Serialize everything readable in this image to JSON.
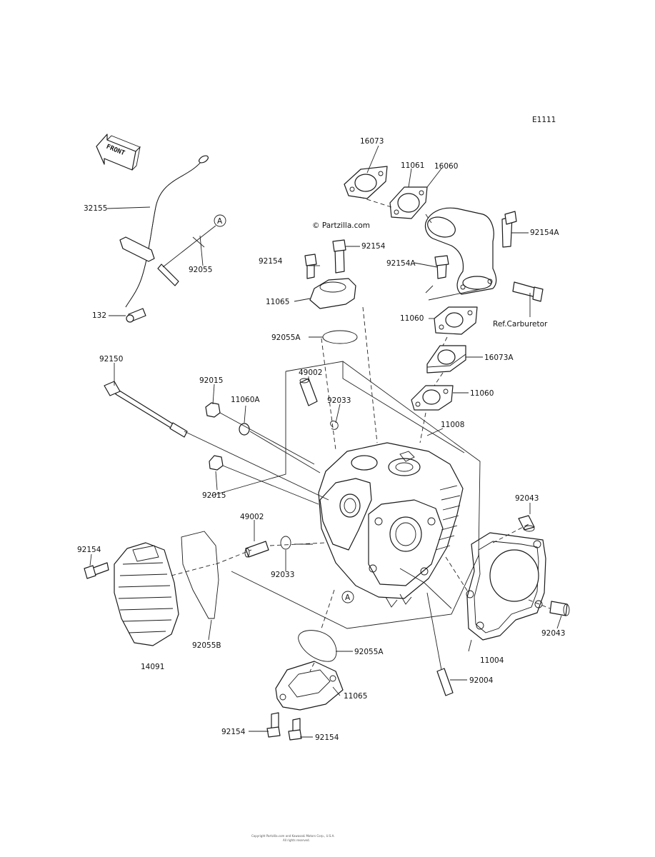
{
  "diagram": {
    "code": "E1111",
    "front_label": "FRONT",
    "watermark": "© Partzilla.com",
    "callouts": {
      "a_top": "A",
      "a_bottom": "A"
    },
    "labels": {
      "p16073": "16073",
      "p11061": "11061",
      "p16060": "16060",
      "p92154a_right": "92154A",
      "p92154_a": "92154",
      "p92154_b": "92154",
      "p92154a_mid": "92154A",
      "p11065_top": "11065",
      "p92055a_top": "92055A",
      "p11060_top": "11060",
      "ref_carburetor": "Ref.Carburetor",
      "p16073a": "16073A",
      "p11060_mid": "11060",
      "p32155": "32155",
      "p92055": "92055",
      "p132": "132",
      "p92150": "92150",
      "p92015_top": "92015",
      "p11060a": "11060A",
      "p49002_top": "49002",
      "p92033_top": "92033",
      "p11008": "11008",
      "p92015_bottom": "92015",
      "p49002_bottom": "49002",
      "p92033_bottom": "92033",
      "p92043_top": "92043",
      "p92154_left": "92154",
      "p92055b": "92055B",
      "p14091": "14091",
      "p92055a_bottom": "92055A",
      "p11065_bottom": "11065",
      "p92154_bl": "92154",
      "p92154_br": "92154",
      "p11004": "11004",
      "p92004": "92004",
      "p92043_bottom": "92043"
    },
    "footer_line1": "Copyright Partzilla.com and Kawasaki Motors Corp., U.S.A.",
    "footer_line2": "All rights reserved."
  }
}
